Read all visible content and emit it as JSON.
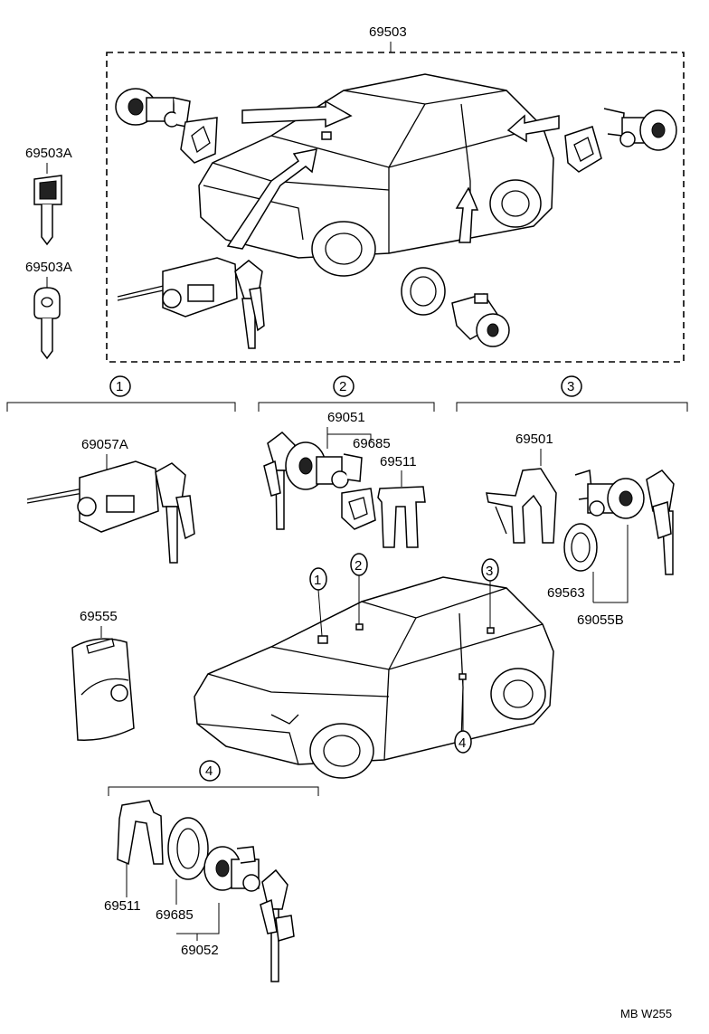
{
  "labels": {
    "top_assembly": "69503",
    "key_a1": "69503A",
    "key_a2": "69503A",
    "ignition_cyl": "69057A",
    "door_cyl_set": "69051",
    "door_retainer_1": "69685",
    "door_clip_1": "69511",
    "rear_retainer": "69501",
    "rear_washer": "69563",
    "rear_cyl_set": "69055B",
    "key_case": "69555",
    "sub_clip": "69511",
    "sub_retainer": "69685",
    "sub_cyl_set": "69052"
  },
  "callouts": {
    "group_1": "1",
    "group_2": "2",
    "group_3": "3",
    "group_4": "4",
    "car_1": "1",
    "car_2": "2",
    "car_3": "3",
    "car_4": "4"
  },
  "footer": {
    "code": "MB  W255"
  }
}
